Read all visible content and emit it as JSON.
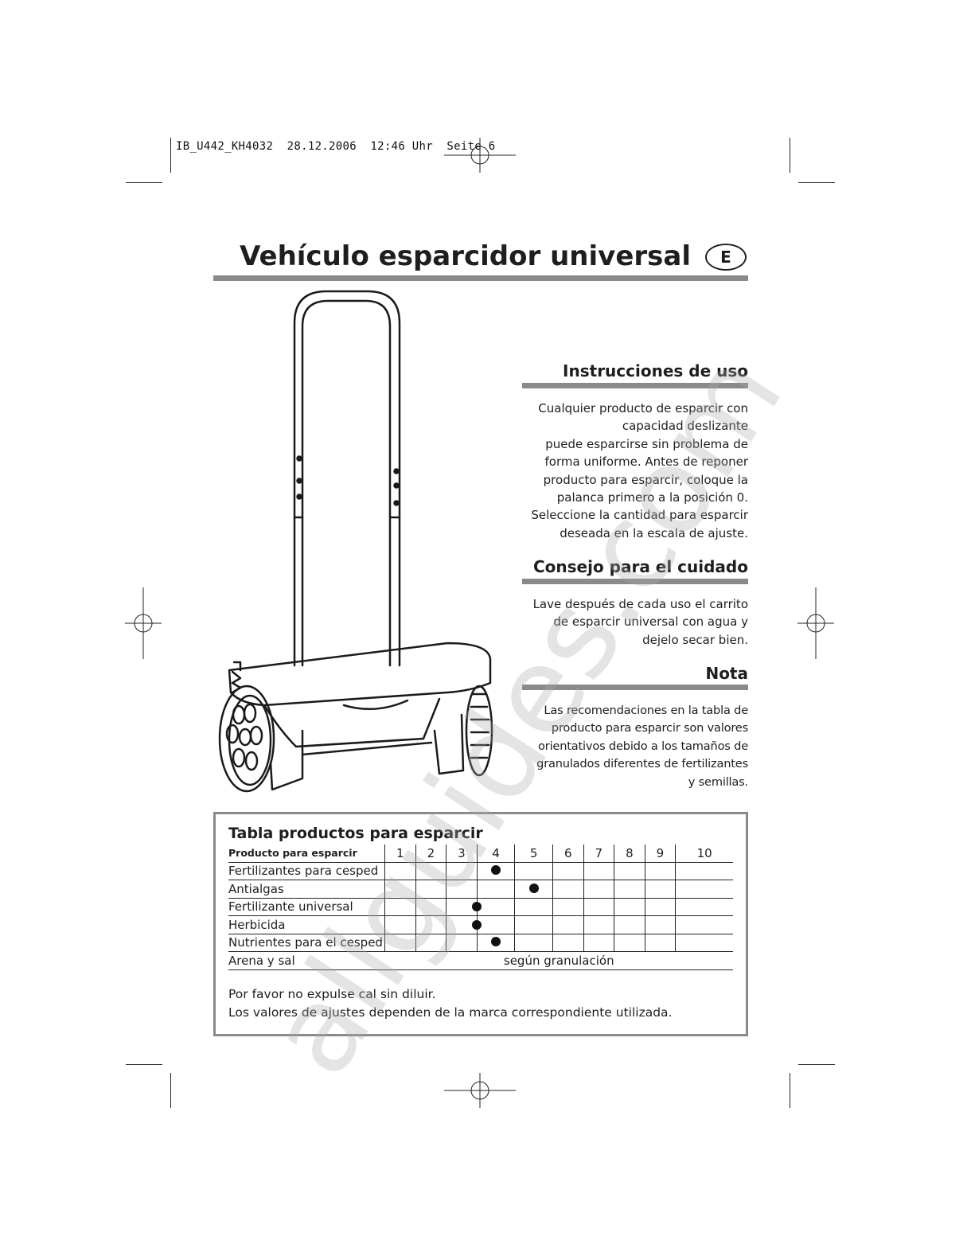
{
  "print_slug": "IB_U442_KH4032  28.12.2006  12:46 Uhr  Seite 6",
  "title": "Vehículo esparcidor universal",
  "language_badge": "E",
  "sections": [
    {
      "heading": "Instrucciones de uso",
      "lines": [
        "Cualquier producto de esparcir con",
        "capacidad deslizante",
        "puede esparcirse sin problema de",
        "forma uniforme. Antes de reponer",
        "producto para esparcir, coloque la",
        "palanca primero a la posición 0.",
        "Seleccione la cantidad para esparcir",
        "deseada en la escala de ajuste."
      ]
    },
    {
      "heading": "Consejo para el cuidado",
      "lines": [
        "Lave después de cada uso el carrito",
        "de esparcir universal con agua y",
        "dejelo secar bien."
      ]
    },
    {
      "heading": "Nota",
      "lines": [
        "Las recomendaciones en la tabla de",
        "producto para esparcir son valores",
        "orientativos debido a los tamaños de",
        "granulados diferentes de fertilizantes",
        "y semillas."
      ]
    }
  ],
  "table": {
    "title": "Tabla productos para esparcir",
    "header_label": "Producto para esparcir",
    "columns": [
      "1",
      "2",
      "3",
      "4",
      "5",
      "6",
      "7",
      "8",
      "9",
      "10"
    ],
    "rows": [
      {
        "name": "Fertilizantes para cesped",
        "setting": 4
      },
      {
        "name": "Antialgas",
        "setting": 5
      },
      {
        "name": "Fertilizante universal",
        "setting": 3.5
      },
      {
        "name": "Herbicida",
        "setting": 3.5
      },
      {
        "name": "Nutrientes para el cesped",
        "setting": 4
      }
    ],
    "last_row": {
      "name": "Arena y sal",
      "value": "según granulación"
    },
    "notes": [
      "Por favor no expulse cal sin diluir.",
      "Los valores de ajustes dependen de la marca correspondiente utilizada."
    ]
  },
  "watermark": "allguides.com"
}
